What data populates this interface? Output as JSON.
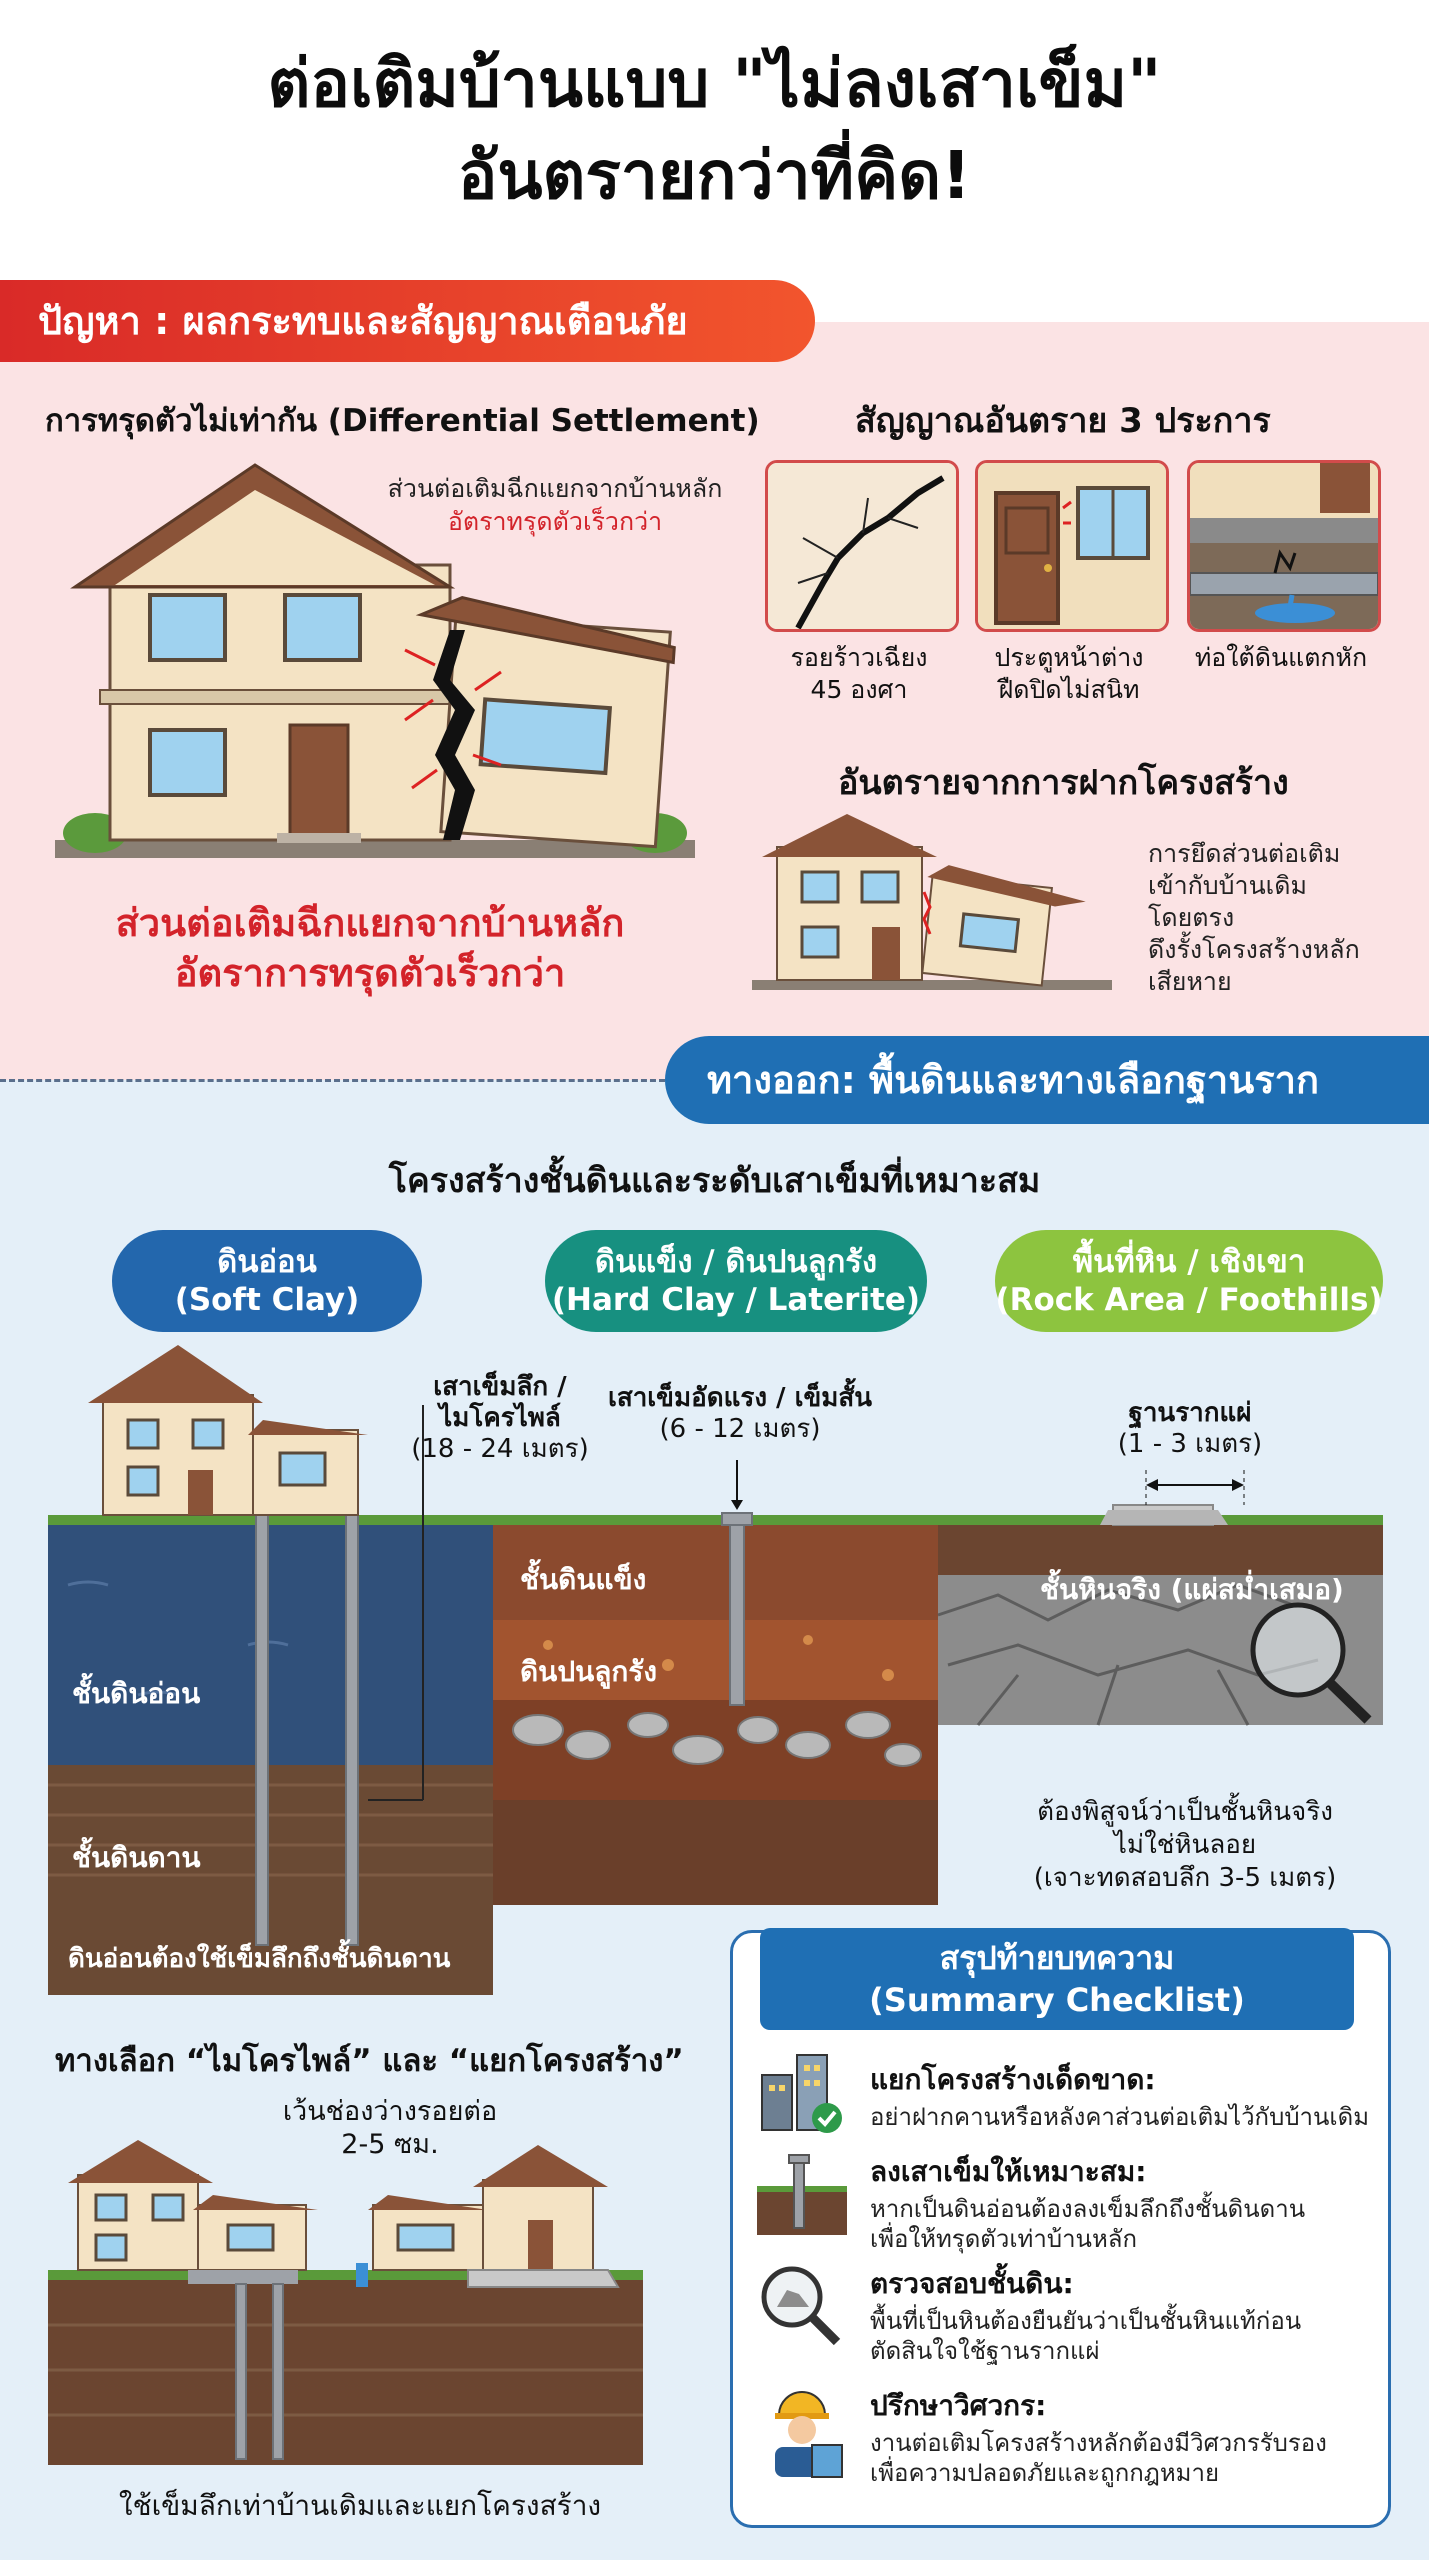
{
  "title": {
    "line1": "ต่อเติมบ้านแบบ \"ไม่ลงเสาเข็ม\"",
    "line2": "อันตรายกว่าที่คิด!"
  },
  "problem": {
    "ribbon": "ปัญหา : ผลกระทบและสัญญาณเตือนภัย",
    "settlement_heading": "การทรุดตัวไม่เท่ากัน (Differential Settlement)",
    "callout_line1": "ส่วนต่อเติมฉีกแยกจากบ้านหลัก",
    "callout_line2": "อัตราทรุดตัวเร็วกว่า",
    "red_caption_line1": "ส่วนต่อเติมฉีกแยกจากบ้านหลัก",
    "red_caption_line2": "อัตราการทรุดตัวเร็วกว่า",
    "signs_heading": "สัญญาณอันตราย 3 ประการ",
    "signs": [
      {
        "line1": "รอยร้าวเฉียง",
        "line2": "45 องศา",
        "icon": "diagonal-crack"
      },
      {
        "line1": "ประตูหน้าต่าง",
        "line2": "ฝืดปิดไม่สนิท",
        "icon": "door-window"
      },
      {
        "line1": "ท่อใต้ดินแตกหัก",
        "line2": "",
        "icon": "broken-pipe"
      }
    ],
    "attach_heading": "อันตรายจากการฝากโครงสร้าง",
    "attach_lines": [
      "การยึดส่วนต่อเติม",
      "เข้ากับบ้านเดิมโดยตรง",
      "ดึงรั้งโครงสร้างหลัก",
      "เสียหาย"
    ]
  },
  "solution": {
    "ribbon": "ทางออก: พื้นดินและทางเลือกฐานราก",
    "soil_heading": "โครงสร้างชั้นดินและระดับเสาเข็มที่เหมาะสม",
    "pills": [
      {
        "line1": "ดินอ่อน",
        "line2": "(Soft Clay)",
        "color": "#2367ad"
      },
      {
        "line1": "ดินแข็ง / ดินปนลูกรัง",
        "line2": "(Hard Clay / Laterite)",
        "color": "#179080"
      },
      {
        "line1": "พื้นที่หิน / เชิงเขา",
        "line2": "(Rock Area / Foothills)",
        "color": "#8dc43f"
      }
    ],
    "pile1": {
      "line1": "เสาเข็มลึก /",
      "line2": "ไมโครไพล์",
      "line3": "(18 - 24 เมตร)"
    },
    "pile2": {
      "line1": "เสาเข็มอัดแรง / เข็มสั้น",
      "line2": "(6 - 12 เมตร)"
    },
    "pile3": {
      "line1": "ฐานรากแผ่",
      "line2": "(1 - 3 เมตร)"
    },
    "soft_layer": "ชั้นดินอ่อน",
    "firm_layer": "ชั้นดินดาน",
    "soft_note": "ดินอ่อนต้องใช้เข็มลึกถึงชั้นดินดาน",
    "hard_layer": "ชั้นดินแข็ง",
    "laterite_layer": "ดินปนลูกรัง",
    "rock_layer": "ชั้นหินจริง (แผ่สม่ำเสมอ)",
    "rock_note": [
      "ต้องพิสูจน์ว่าเป็นชั้นหินจริง",
      "ไม่ใช่หินลอย",
      "(เจาะทดสอบลึก 3-5 เมตร)"
    ],
    "option_heading": "ทางเลือก “ไมโครไพล์” และ “แยกโครงสร้าง”",
    "gap_line1": "เว้นช่องว่างรอยต่อ",
    "gap_line2": "2-5 ซม.",
    "option_caption": "ใช้เข็มลึกเท่าบ้านเดิมและแยกโครงสร้าง"
  },
  "summary": {
    "heading": "สรุปท้ายบทความ",
    "heading_en": "(Summary Checklist)",
    "items": [
      {
        "icon": "building-check-icon",
        "title": "แยกโครงสร้างเด็ดขาด:",
        "lines": [
          "อย่าฝากคานหรือหลังคาส่วนต่อเติมไว้กับบ้านเดิม"
        ]
      },
      {
        "icon": "pile-icon",
        "title": "ลงเสาเข็มให้เหมาะสม:",
        "lines": [
          "หากเป็นดินอ่อนต้องลงเข็มลึกถึงชั้นดินดาน",
          "เพื่อให้ทรุดตัวเท่าบ้านหลัก"
        ]
      },
      {
        "icon": "magnifier-rock-icon",
        "title": "ตรวจสอบชั้นดิน:",
        "lines": [
          "พื้นที่เป็นหินต้องยืนยันว่าเป็นชั้นหินแท้ก่อน",
          "ตัดสินใจใช้ฐานรากแผ่"
        ]
      },
      {
        "icon": "engineer-icon",
        "title": "ปรึกษาวิศวกร:",
        "lines": [
          "งานต่อเติมโครงสร้างหลักต้องมีวิศวกรรับรอง",
          "เพื่อความปลอดภัยและถูกกฎหมาย"
        ]
      }
    ]
  }
}
